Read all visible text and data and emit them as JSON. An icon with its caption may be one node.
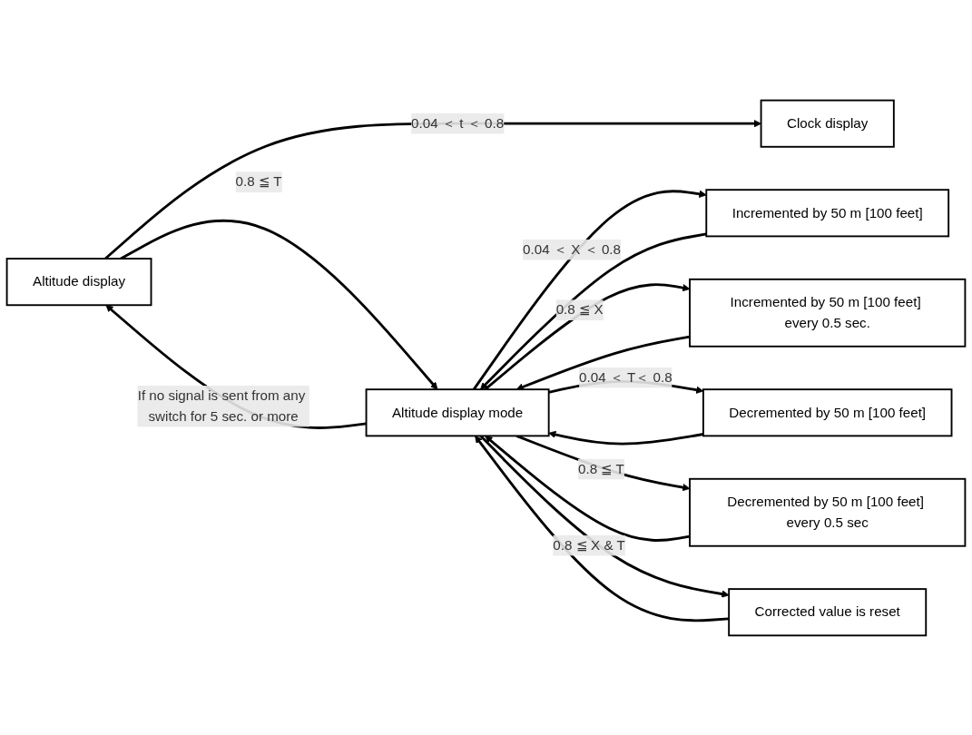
{
  "diagram": {
    "nodes": [
      {
        "text": [
          "Altitude display"
        ]
      },
      {
        "text": [
          "Clock display"
        ]
      },
      {
        "text": [
          "Altitude display mode"
        ]
      },
      {
        "text": [
          "Incremented by 50 m [100 feet]"
        ]
      },
      {
        "text": [
          "Incremented by 50 m [100 feet] every 0.5 sec."
        ]
      },
      {
        "text": [
          "Decremented by 50 m [100 feet]"
        ]
      },
      {
        "text": [
          "Decremented by 50 m [100 feet] every 0.5 sec"
        ]
      },
      {
        "text": [
          "Corrected value is reset"
        ]
      }
    ],
    "edges": [
      {
        "from": 0,
        "to": 1,
        "arrow": "to",
        "label": "0.04 ＜ t ＜ 0.8"
      },
      {
        "from": 0,
        "to": 2,
        "arrow": "to",
        "label": "0.8 ≦ T"
      },
      {
        "from": 2,
        "to": 3,
        "arrow": "to",
        "label": "0.04 ＜ X ＜ 0.8"
      },
      {
        "from": 2,
        "to": 4,
        "arrow": "to",
        "label": "0.8 ≦ X"
      },
      {
        "from": 2,
        "to": 5,
        "arrow": "to",
        "label": "0.04 ＜ T＜ 0.8"
      },
      {
        "from": 2,
        "to": 6,
        "arrow": "to",
        "label": "0.8 ≦ T"
      },
      {
        "from": 2,
        "to": 7,
        "arrow": "to",
        "label": "0.8 ≦ X & T"
      },
      {
        "from": 3,
        "to": 2,
        "arrow": "to"
      },
      {
        "from": 4,
        "to": 2,
        "arrow": "to"
      },
      {
        "from": 5,
        "to": 2,
        "arrow": "to"
      },
      {
        "from": 6,
        "to": 2,
        "arrow": "to"
      },
      {
        "from": 7,
        "to": 2,
        "arrow": "to"
      },
      {
        "from": 2,
        "to": 0,
        "arrow": "to",
        "label": "If no signal is sent from any switch for 5 sec. or more"
      }
    ]
  }
}
